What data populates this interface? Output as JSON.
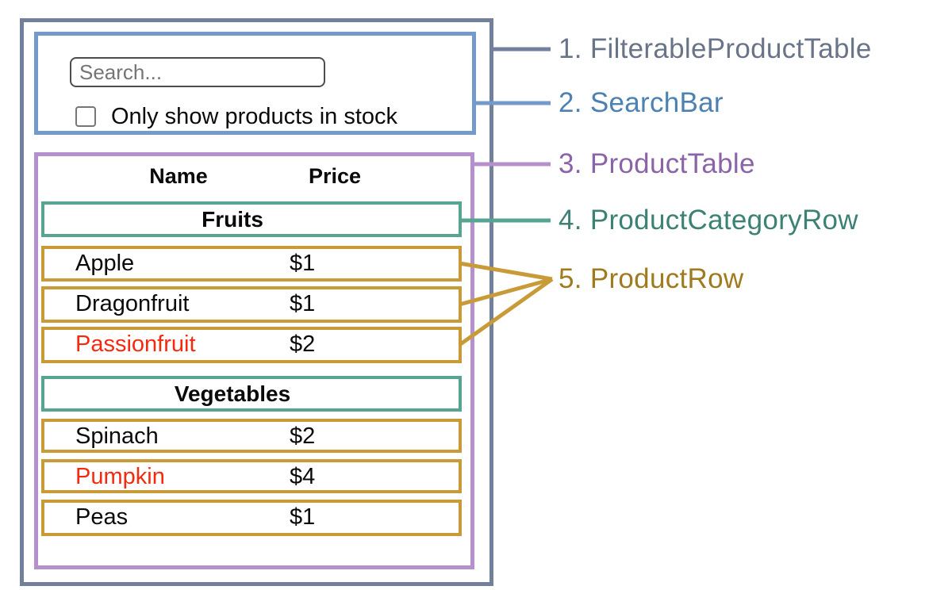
{
  "colors": {
    "background": "#ffffff",
    "container_border": "#73809b",
    "container_label": "#6a7489",
    "searchbar_border": "#7499cb",
    "searchbar_label": "#4d80b3",
    "producttable_border": "#b690cc",
    "producttable_label": "#8b63a9",
    "categoryrow_border": "#57a492",
    "categoryrow_label": "#3c8173",
    "productrow_border": "#c99b38",
    "productrow_label": "#a07a1e",
    "out_of_stock_text": "#f42a0f",
    "body_text": "#0a0a0a",
    "placeholder_text": "#757575"
  },
  "search_bar": {
    "input_placeholder": "Search...",
    "input_value": "",
    "checkbox_checked": false,
    "checkbox_label": "Only show products in stock"
  },
  "product_table": {
    "columns": [
      "Name",
      "Price"
    ],
    "sections": [
      {
        "category": "Fruits",
        "rows": [
          {
            "name": "Apple",
            "price": "$1",
            "out_of_stock": false
          },
          {
            "name": "Dragonfruit",
            "price": "$1",
            "out_of_stock": false
          },
          {
            "name": "Passionfruit",
            "price": "$2",
            "out_of_stock": true
          }
        ]
      },
      {
        "category": "Vegetables",
        "rows": [
          {
            "name": "Spinach",
            "price": "$2",
            "out_of_stock": false
          },
          {
            "name": "Pumpkin",
            "price": "$4",
            "out_of_stock": true
          },
          {
            "name": "Peas",
            "price": "$1",
            "out_of_stock": false
          }
        ]
      }
    ]
  },
  "labels": [
    {
      "text": "1. FilterableProductTable"
    },
    {
      "text": "2. SearchBar"
    },
    {
      "text": "3. ProductTable"
    },
    {
      "text": "4. ProductCategoryRow"
    },
    {
      "text": "5. ProductRow"
    }
  ]
}
